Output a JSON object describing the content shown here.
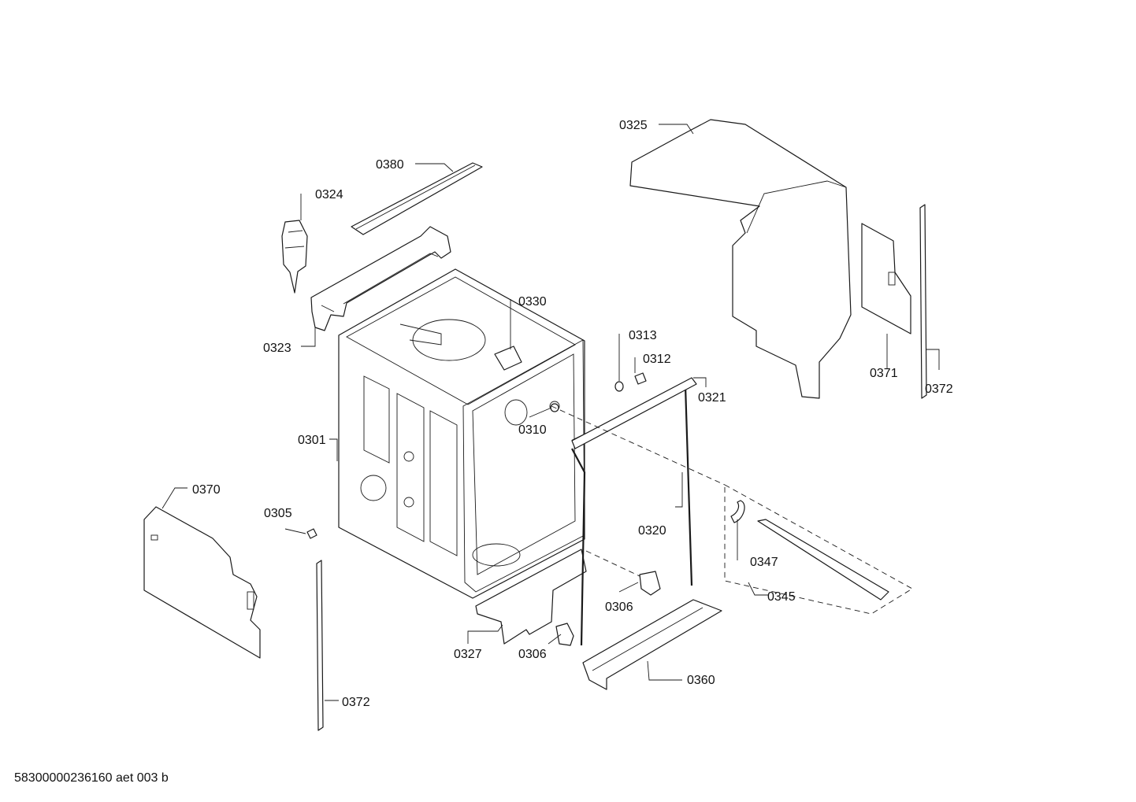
{
  "labels": {
    "p0301": "0301",
    "p0305": "0305",
    "p0306a": "0306",
    "p0306b": "0306",
    "p0310": "0310",
    "p0312": "0312",
    "p0313": "0313",
    "p0320": "0320",
    "p0321": "0321",
    "p0323": "0323",
    "p0324": "0324",
    "p0325": "0325",
    "p0327": "0327",
    "p0330": "0330",
    "p0345": "0345",
    "p0347": "0347",
    "p0360": "0360",
    "p0370": "0370",
    "p0371": "0371",
    "p0372a": "0372",
    "p0372b": "0372",
    "p0380": "0380"
  },
  "footer": {
    "code": "58300000236160 aet 003 b"
  }
}
